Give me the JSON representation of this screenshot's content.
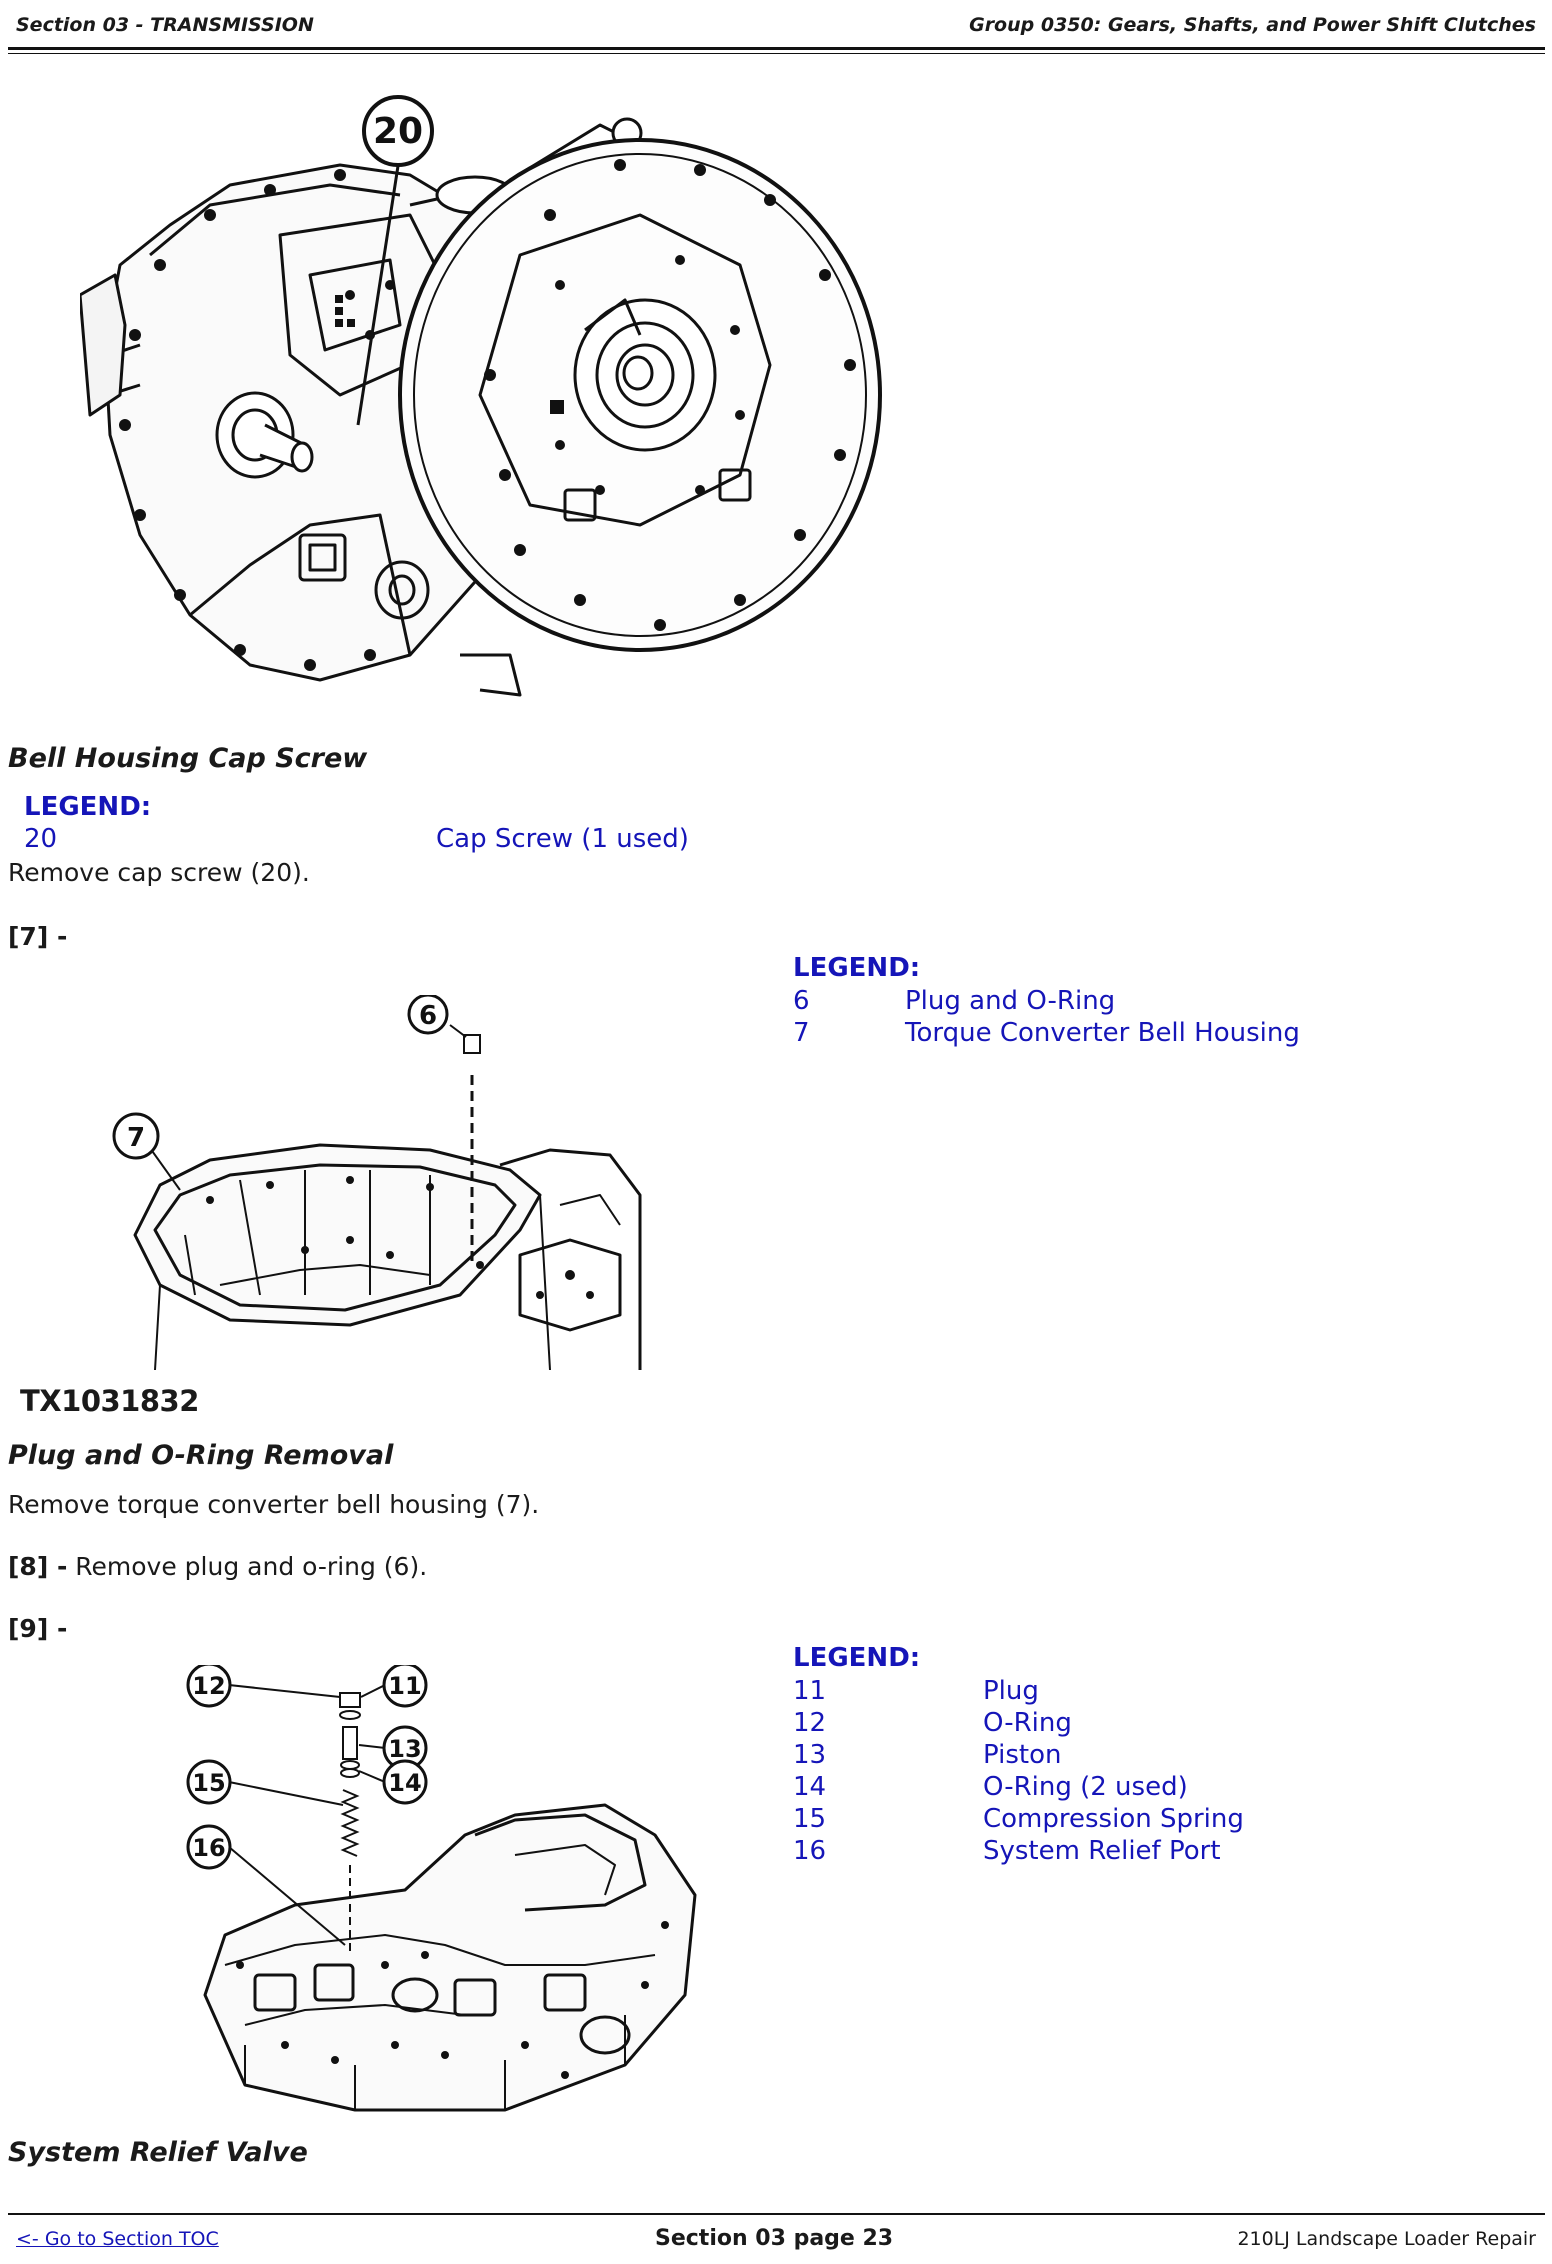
{
  "header": {
    "left": "Section 03 - TRANSMISSION",
    "right": "Group 0350: Gears, Shafts, and Power Shift Clutches"
  },
  "figure1": {
    "callouts": [
      "20"
    ],
    "caption": "Bell Housing Cap Screw",
    "legend_title": "LEGEND:",
    "legend": [
      {
        "num": "20",
        "desc": "Cap Screw (1 used)"
      }
    ],
    "instruction": "Remove cap screw (20)."
  },
  "step7": {
    "label": "[7] -",
    "legend_title": "LEGEND:",
    "legend": [
      {
        "num": "6",
        "desc": "Plug and O-Ring"
      },
      {
        "num": "7",
        "desc": "Torque Converter Bell Housing"
      }
    ],
    "callouts": [
      "6",
      "7"
    ],
    "figure_id": "TX1031832",
    "caption": "Plug and O-Ring Removal",
    "instruction": "Remove torque converter bell housing (7)."
  },
  "step8": {
    "label": "[8] -",
    "text": "Remove plug and o-ring (6)."
  },
  "step9": {
    "label": "[9] -",
    "legend_title": "LEGEND:",
    "legend": [
      {
        "num": "11",
        "desc": "Plug"
      },
      {
        "num": "12",
        "desc": "O-Ring"
      },
      {
        "num": "13",
        "desc": "Piston"
      },
      {
        "num": "14",
        "desc": "O-Ring (2 used)"
      },
      {
        "num": "15",
        "desc": "Compression Spring"
      },
      {
        "num": "16",
        "desc": "System Relief Port"
      }
    ],
    "callouts": [
      "12",
      "11",
      "13",
      "15",
      "14",
      "16"
    ],
    "caption": "System Relief Valve"
  },
  "footer": {
    "link": "<- Go to Section TOC",
    "center": "Section 03 page 23",
    "right": "210LJ Landscape Loader Repair"
  },
  "colors": {
    "legend": "#1515b8",
    "text": "#1a1a1a"
  }
}
